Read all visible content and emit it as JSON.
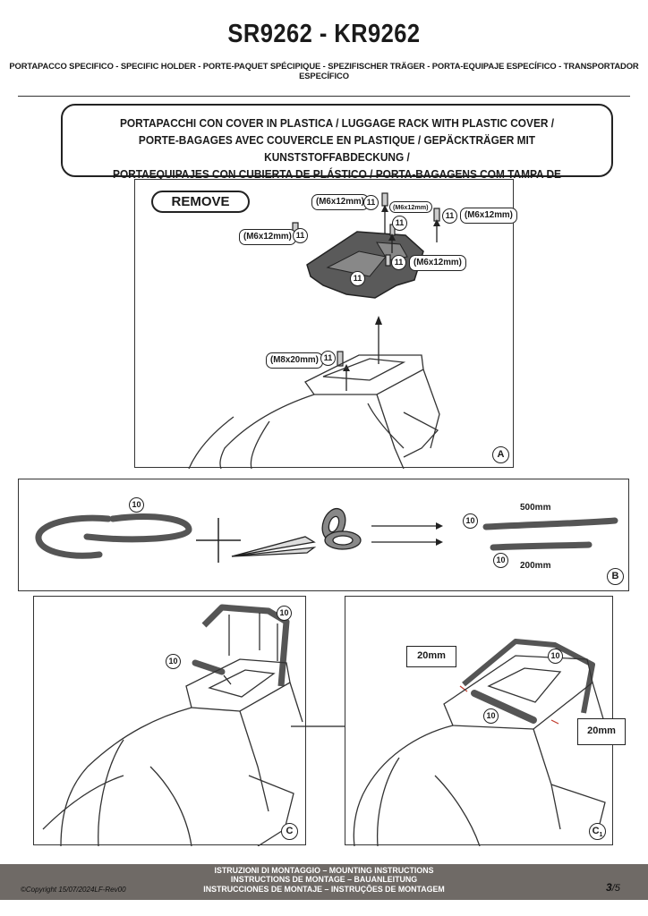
{
  "header": {
    "title": "SR9262 - KR9262",
    "subtitle": "PORTAPACCO SPECIFICO - SPECIFIC HOLDER - PORTE-PAQUET SPÉCIPIQUE - SPEZIFISCHER TRÄGER - PORTA-EQUIPAJE ESPECÍFICO - TRANSPORTADOR ESPECÍFICO"
  },
  "description": {
    "line1": "PORTAPACCHI CON COVER IN PLASTICA / LUGGAGE RACK WITH PLASTIC COVER /",
    "line2": "PORTE-BAGAGES AVEC COUVERCLE EN PLASTIQUE / GEPÄCKTRÄGER MIT KUNSTSTOFFABDECKUNG /",
    "line3": "PORTAEQUIPAJES CON CUBIERTA DE PLÁSTICO / PORTA-BAGAGENS COM TAMPA DE PLÁSTICO"
  },
  "panel_a": {
    "label": "A",
    "action": "REMOVE",
    "screws": [
      {
        "size": "(M6x12mm)",
        "part": "11"
      },
      {
        "size": "(M6x12mm)",
        "part": "11"
      },
      {
        "size": "(M6x12mm)",
        "part": "11"
      },
      {
        "size": "(M6x12mm)",
        "part": "11"
      },
      {
        "size": "(M6x12mm)",
        "part": "11"
      },
      {
        "size": "(M8x20mm)",
        "part": "11"
      }
    ]
  },
  "panel_b": {
    "label": "B",
    "part_strip": "10",
    "cut_long_part": "10",
    "cut_long_length": "500mm",
    "cut_short_part": "10",
    "cut_short_length": "200mm"
  },
  "panel_c": {
    "label": "C",
    "part_top": "10",
    "part_left": "10"
  },
  "panel_c1": {
    "label": "C",
    "label_sub": "1",
    "gap_top": "20mm",
    "gap_right": "20mm",
    "part": "10"
  },
  "footer": {
    "line1": "ISTRUZIONI DI MONTAGGIO  –  MOUNTING INSTRUCTIONS",
    "line2": "INSTRUCTIONS DE MONTAGE – BAUANLEITUNG",
    "line3": "INSTRUCCIONES DE MONTAJE – INSTRUÇÕES DE MONTAGEM",
    "copyright": "©Copyright 15/07/2024LF-Rev00",
    "page": "3",
    "page_total": "/5"
  },
  "colors": {
    "footer_bg": "#6f6a66",
    "part_fill": "#5a5a5a",
    "line": "#222222",
    "highlight": "#c0392b"
  }
}
